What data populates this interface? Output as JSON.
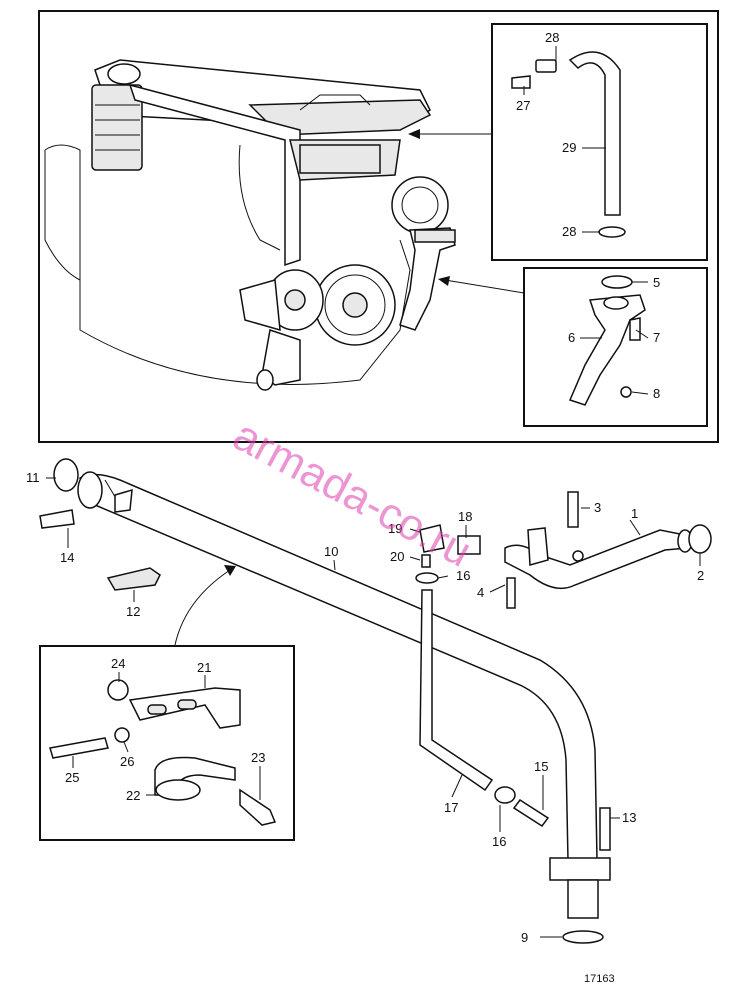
{
  "watermark": "armada-co.ru",
  "drawing_number": "17163",
  "callouts": {
    "c1": "1",
    "c2": "2",
    "c3": "3",
    "c4": "4",
    "c5": "5",
    "c6": "6",
    "c7": "7",
    "c8": "8",
    "c9": "9",
    "c10": "10",
    "c11": "11",
    "c12": "12",
    "c13": "13",
    "c14": "14",
    "c15": "15",
    "c16a": "16",
    "c16b": "16",
    "c17": "17",
    "c18": "18",
    "c19": "19",
    "c20": "20",
    "c21": "21",
    "c22": "22",
    "c23": "23",
    "c24": "24",
    "c25": "25",
    "c26": "26",
    "c27": "27",
    "c28a": "28",
    "c28b": "28",
    "c29": "29"
  }
}
